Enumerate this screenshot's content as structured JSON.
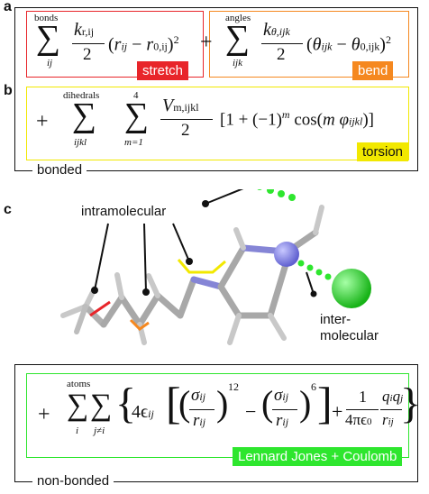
{
  "panels": {
    "a": "a",
    "b": "b",
    "c": "c"
  },
  "groups": {
    "bonded": "bonded",
    "non_bonded": "non-bonded"
  },
  "terms": {
    "stretch": {
      "tag": "stretch",
      "color": "#e8252a",
      "sum_top": "bonds",
      "sum_sub": "ij",
      "k": "k",
      "k_sub": "r,ij",
      "den": "2",
      "r": "r",
      "r_sub": "ij",
      "r0": "r",
      "r0_sub": "0,ij",
      "pow": "2"
    },
    "bend": {
      "tag": "bend",
      "color": "#f5881f",
      "sum_top": "angles",
      "sum_sub": "ijk",
      "k": "k",
      "k_sub": "θ,ijk",
      "den": "2",
      "th": "θ",
      "th_sub": "ijk",
      "th0": "θ",
      "th0_sub": "0,ijk",
      "pow": "2"
    },
    "torsion": {
      "tag": "torsion",
      "color": "#f2e800",
      "sum_top": "dihedrals",
      "sum_sub": "ijkl",
      "sum2_top": "4",
      "sum2_sub": "m=1",
      "V": "V",
      "V_sub": "m,ijkl",
      "den": "2",
      "bracket": "[1 + (−1)",
      "m": "m",
      "cos": " cos(",
      "phi": "m φ",
      "phi_sub": "ijkl",
      "close": ")]"
    },
    "nonbonded": {
      "tag": "Lennard Jones + Coulomb",
      "color": "#2ee62e",
      "sum_top": "atoms",
      "sum_sub1": "i",
      "sum_sub2": "j≠i",
      "four_eps": "4ϵ",
      "eps_sub": "ij",
      "sigma": "σ",
      "sigma_sub": "ij",
      "r": "r",
      "r_sub": "ij",
      "p12": "12",
      "p6": "6",
      "one": "1",
      "four_pi_eps": "4πϵ",
      "eps0_sub": "0",
      "q": "q",
      "qi_sub": "i",
      "qj_sub": "j"
    }
  },
  "annotations": {
    "intramolecular": "intramolecular",
    "inter_line1": "inter-",
    "inter_line2": "molecular"
  },
  "symbols": {
    "plus": "+",
    "sigma_sum": "∑",
    "minus": "−"
  }
}
